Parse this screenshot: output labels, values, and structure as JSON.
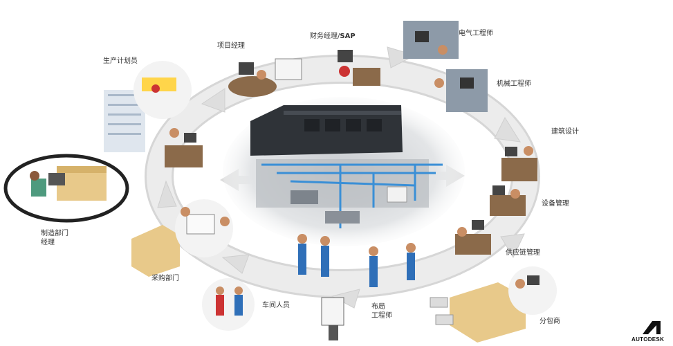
{
  "roles": {
    "production_planner": "生产计划员",
    "project_manager": "项目经理",
    "finance_manager": "财务经理/",
    "finance_sap": "SAP",
    "electrical_engineer": "电气工程师",
    "mechanical_engineer": "机械工程师",
    "architectural_design": "建筑设计",
    "equipment_management": "设备管理",
    "supply_chain_management": "供应链管理",
    "subcontractor": "分包商",
    "layout_engineer_line1": "布局",
    "layout_engineer_line2": "工程师",
    "workshop_staff": "车间人员",
    "purchasing_department": "采购部门",
    "manufacturing_manager_line1": "制造部门",
    "manufacturing_manager_line2": "经理"
  },
  "brand": {
    "name": "AUTODESK"
  },
  "colors": {
    "ring": "#e6e6e6",
    "ring_edge": "#d2d2d2",
    "highlight_ellipse": "#222222",
    "pipes": "#3a8fd6",
    "factory_dark": "#2e3238"
  }
}
